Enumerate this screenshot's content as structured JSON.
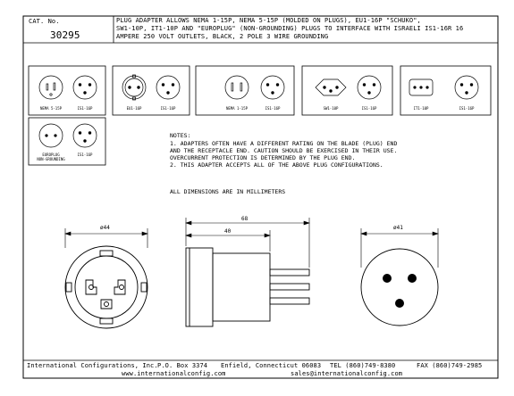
{
  "title_block": {
    "cat_label": "CAT. No.",
    "cat_number": "30295",
    "description": [
      "PLUG ADAPTER ALLOWS NEMA 1-15P, NEMA 5-15P (MOLDED ON PLUGS), EU1-16P \"SCHUKO\",",
      "SW1-10P, IT1-10P AND \"EUROPLUG\" (NON-GROUNDING) PLUGS TO INTERFACE WITH ISRAELI IS1-16R 16",
      "AMPERE 250 VOLT OUTLETS, BLACK, 2 POLE 3 WIRE GROUNDING"
    ]
  },
  "plug_panels": [
    {
      "left_label": "NEMA 5-15P",
      "right_label": "IS1-16P"
    },
    {
      "left_label": "EU1-16P",
      "right_label": "IS1-16P"
    },
    {
      "left_label": "NEMA 1-15P",
      "right_label": "IS1-16P"
    },
    {
      "left_label": "SW1-10P",
      "right_label": "IS1-16P"
    },
    {
      "left_label": "IT1-10P",
      "right_label": "IS1-16P"
    },
    {
      "left_label": "EUROPLUG\nNON-GROUNDING",
      "right_label": "IS1-16P"
    }
  ],
  "notes": {
    "heading": "NOTES:",
    "lines": [
      "1. ADAPTERS OFTEN HAVE A DIFFERENT RATING ON THE BLADE (PLUG) END",
      "AND THE RECEPTACLE END. CAUTION SHOULD BE EXERCISED IN THEIR USE.",
      "OVERCURRENT PROTECTION IS DETERMINED BY THE PLUG END.",
      "2. THIS ADAPTER ACCEPTS ALL OF THE ABOVE PLUG CONFIGURATIONS."
    ],
    "units": "ALL DIMENSIONS ARE IN MILLIMETERS"
  },
  "dimensions": {
    "front_diameter": "ø44",
    "overall_length": "68",
    "body_length": "40",
    "back_diameter": "ø41"
  },
  "footer": {
    "company": "International Configurations, Inc.",
    "po_box": "P.O. Box 3374",
    "city": "Enfield, Connecticut 06083",
    "tel": "TEL (860)749-8380",
    "fax": "FAX (860)749-2985",
    "web": "www.internationalconfig.com",
    "email": "sales@internationalconfig.com"
  },
  "colors": {
    "line": "#000000",
    "background": "#ffffff"
  }
}
